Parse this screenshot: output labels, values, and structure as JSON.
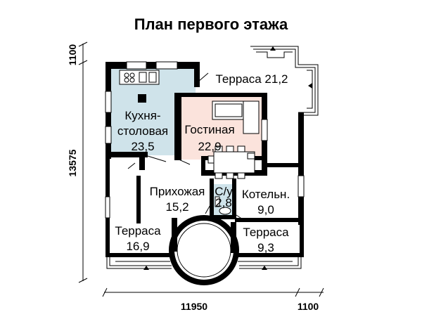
{
  "title": "План первого этажа",
  "dimensions": {
    "left_top": "1100",
    "left_main": "13575",
    "bottom_main": "11950",
    "bottom_right": "1100"
  },
  "rooms": {
    "kitchen": {
      "line1": "Кухня-",
      "line2": "столовая",
      "area": "23,5"
    },
    "living": {
      "name": "Гостиная",
      "area": "22,9"
    },
    "hall": {
      "name": "Прихожая",
      "area": "15,2"
    },
    "bath": {
      "name": "С/у",
      "area": "2,8"
    },
    "boiler": {
      "name": "Котельн.",
      "area": "9,0"
    },
    "terrace_top": {
      "name": "Терраса 21,2"
    },
    "terrace_left": {
      "name": "Терраса",
      "area": "16,9"
    },
    "terrace_right": {
      "name": "Терраса",
      "area": "9,3"
    }
  },
  "colors": {
    "kitchen_fill": "#cfe3ea",
    "living_fill": "#fbe3dc",
    "bath_fill": "#cfe3ea",
    "wall": "#000000"
  }
}
